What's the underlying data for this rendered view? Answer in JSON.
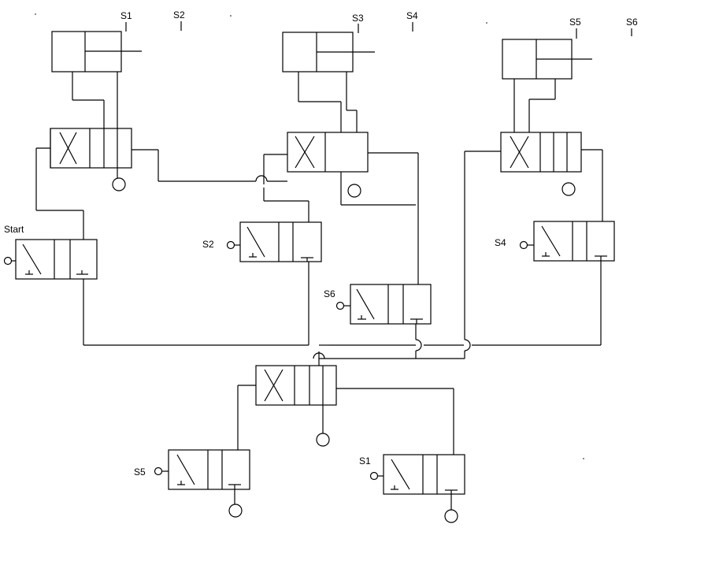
{
  "diagram": {
    "sensor_labels": {
      "top_s1": "S1",
      "top_s2": "S2",
      "top_s3": "S3",
      "top_s4": "S4",
      "top_s5": "S5",
      "top_s6": "S6"
    },
    "valve_labels": {
      "start": "Start",
      "s2": "S2",
      "s4": "S4",
      "s6": "S6",
      "s5": "S5",
      "s1": "S1"
    }
  }
}
